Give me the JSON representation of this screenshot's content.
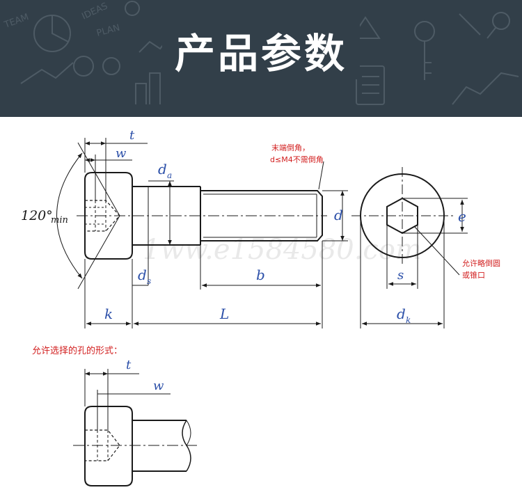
{
  "banner": {
    "title": "产品参数",
    "bg_color": "#323f49",
    "doodle_words": [
      "TEAM",
      "IDEAS",
      "PLAN"
    ]
  },
  "diagram": {
    "dim_labels": {
      "t": "t",
      "w": "w",
      "da": "d",
      "da_sub": "a",
      "angle": "120°",
      "angle_min": "min",
      "d": "d",
      "e": "e",
      "ds": "d",
      "ds_sub": "s",
      "b": "b",
      "s": "s",
      "k": "k",
      "L": "L",
      "dk": "d",
      "dk_sub": "k",
      "t2": "t",
      "w2": "w"
    },
    "note_chamfer_line1": "末端倒角，",
    "note_chamfer_line2": "d≤M4不需倒角",
    "note_hex_line1": "允许略倒圆",
    "note_hex_line2": "或锥口",
    "hole_form_note": "允许选择的孔的形式：",
    "watermark": "1ww.e1584580.com",
    "colors": {
      "dim_text": "#2b4fa8",
      "note_text": "#d21f1f",
      "line": "#1a1a1a"
    }
  }
}
